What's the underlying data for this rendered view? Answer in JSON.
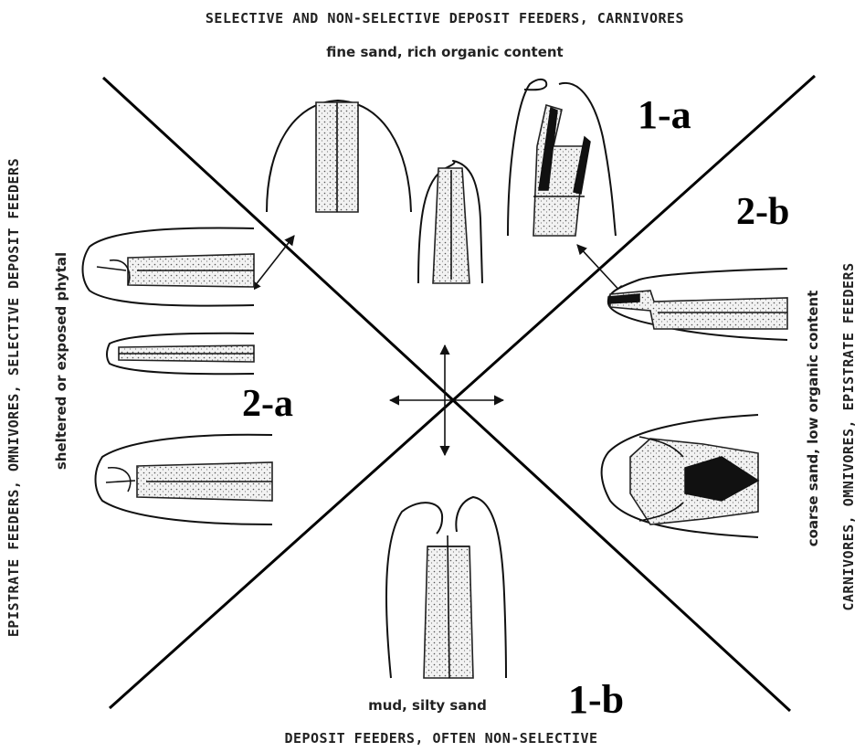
{
  "top": {
    "heading": "SELECTIVE AND NON-SELECTIVE DEPOSIT FEEDERS, CARNIVORES",
    "substrate": "fine sand, rich organic content"
  },
  "bottom": {
    "heading": "DEPOSIT FEEDERS, OFTEN NON-SELECTIVE",
    "substrate": "mud, silty sand"
  },
  "left": {
    "heading": "EPISTRATE FEEDERS, OMNIVORES, SELECTIVE DEPOSIT FEEDERS",
    "substrate": "sheltered or exposed  phytal"
  },
  "right": {
    "heading": "CARNIVORES, OMNIVORES, EPISTRATE FEEDERS",
    "substrate": "coarse sand, low organic content"
  },
  "quadrant_labels": {
    "top_right": "1-a",
    "right": "2-b",
    "left": "2-a",
    "bottom": "1-b"
  }
}
